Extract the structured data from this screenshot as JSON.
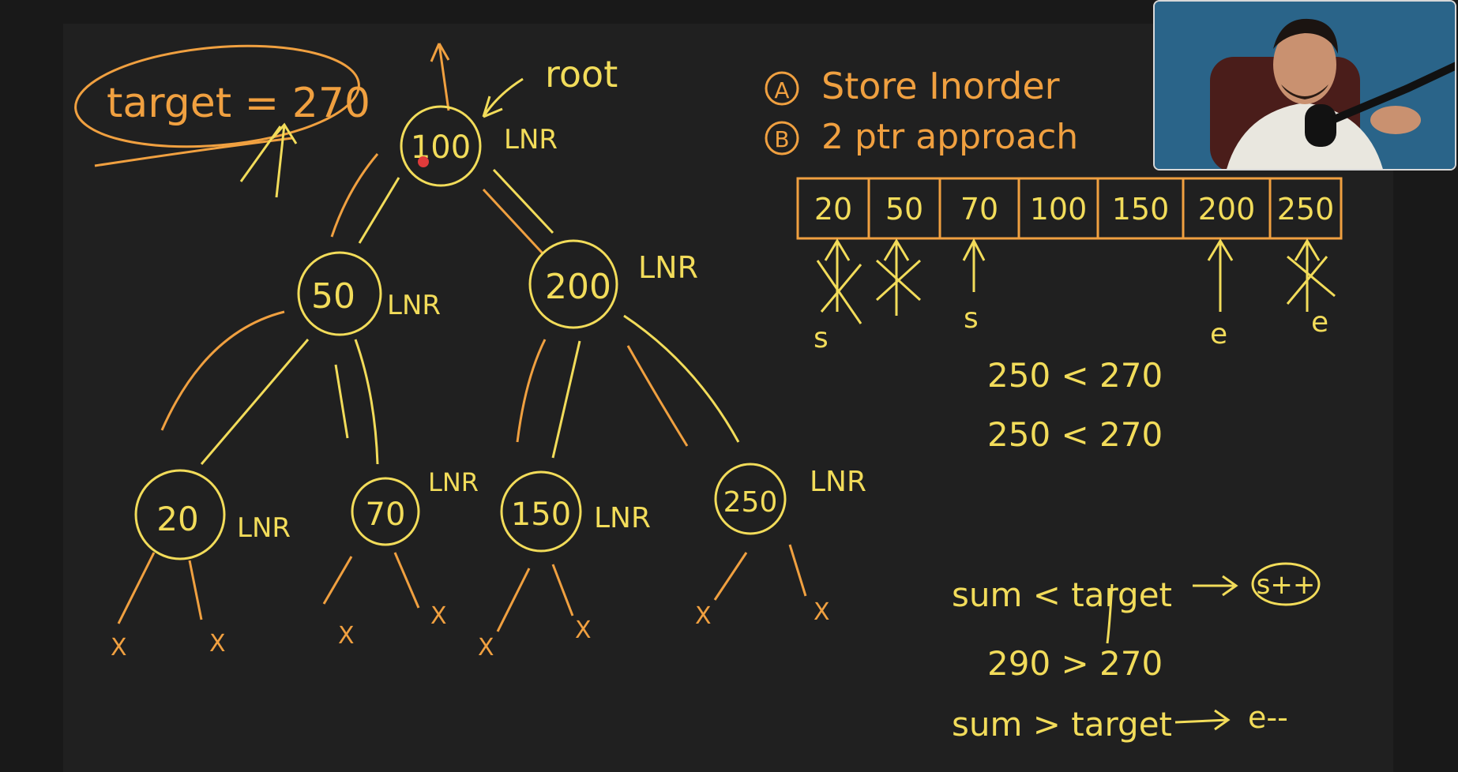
{
  "colors": {
    "background": "#191919",
    "canvas": "#202020",
    "yellow_ink": "#f2dc5a",
    "orange_ink": "#f0a040",
    "laser_dot": "#e03b3b"
  },
  "top_left": {
    "target_note": "target = 270"
  },
  "tree": {
    "root_label": "root",
    "traversal_label": "LNR",
    "nodes": [
      {
        "id": "n100",
        "value": "100",
        "lnr": "LNR"
      },
      {
        "id": "n50",
        "value": "50",
        "lnr": "LNR"
      },
      {
        "id": "n200",
        "value": "200",
        "lnr": "LNR"
      },
      {
        "id": "n20",
        "value": "20",
        "lnr": "LNR"
      },
      {
        "id": "n70",
        "value": "70",
        "lnr": "LNR"
      },
      {
        "id": "n150",
        "value": "150",
        "lnr": "LNR"
      },
      {
        "id": "n250",
        "value": "250",
        "lnr": "LNR"
      }
    ],
    "null_marker": "X"
  },
  "steps": {
    "a_marker": "A",
    "a_text": "Store Inorder",
    "b_marker": "B",
    "b_text": "2 ptr approach"
  },
  "array": {
    "cells": [
      "20",
      "50",
      "70",
      "100",
      "150",
      "200",
      "250"
    ],
    "start_label": "s",
    "end_label": "e"
  },
  "comparisons": {
    "line1": "250 < 270",
    "line2": "250 < 270"
  },
  "rules": {
    "rule1_lhs": "sum < target",
    "rule1_action": "s++",
    "example": "290 > 270",
    "rule2_lhs": "sum > target",
    "rule2_action": "e--"
  },
  "webcam": {
    "label": "presenter-webcam"
  }
}
